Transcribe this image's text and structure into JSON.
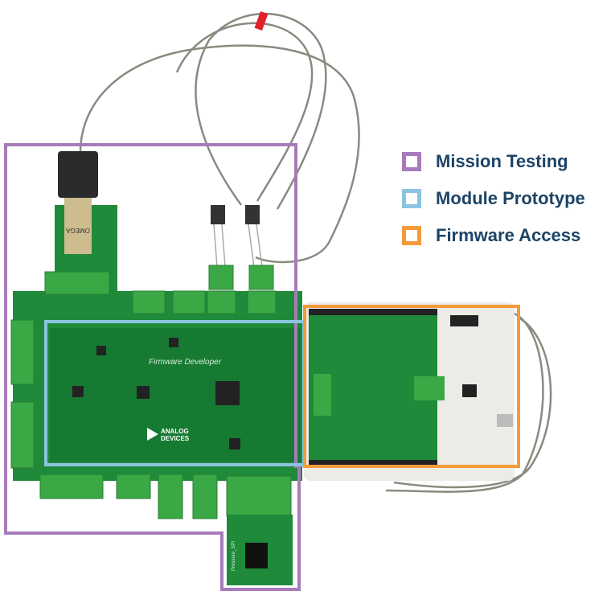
{
  "legend": {
    "items": [
      {
        "label": "Mission Testing",
        "color": "#a77bb9"
      },
      {
        "label": "Module Prototype",
        "color": "#8cc4e0"
      },
      {
        "label": "Firmware Access",
        "color": "#f39a3a"
      }
    ]
  },
  "board": {
    "logo_text": "ANALOG DEVICES",
    "silkscreen_title": "Firmware Developer",
    "connector_brand": "OMEGA",
    "pressure_label": "Pressure_SPI",
    "colors": {
      "pcb": "#1f8a3a",
      "pcb_dark": "#136b2a",
      "terminal": "#3aa845",
      "arduino": "#ecebe6"
    }
  }
}
